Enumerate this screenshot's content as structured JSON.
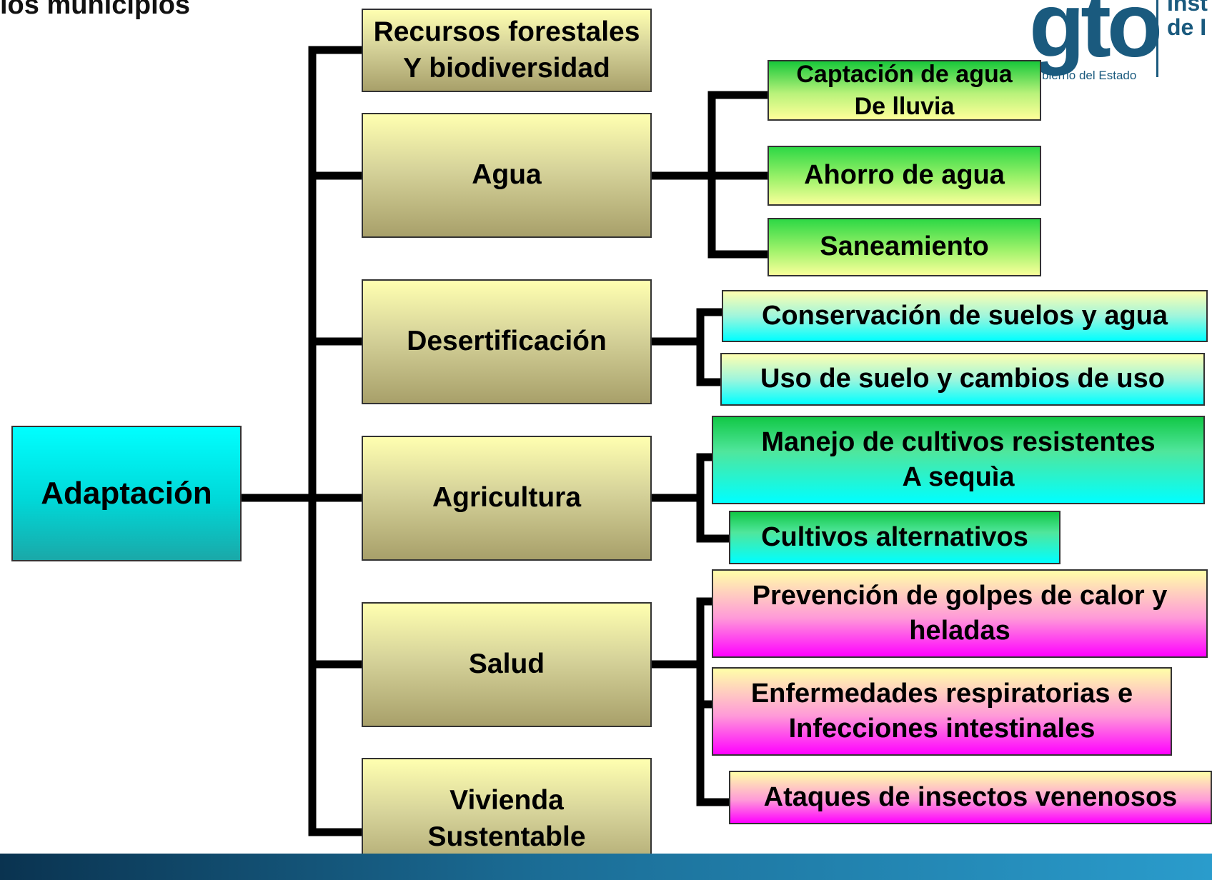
{
  "header": {
    "title_fragment": "los municipios"
  },
  "logo": {
    "brand": "gto",
    "subtitle": "bierno del Estado",
    "institute_line1": "Inst",
    "institute_line2": "de I"
  },
  "diagram": {
    "root": "Adaptación",
    "categories": [
      {
        "label": "Recursos forestales\nY biodiversidad",
        "children": []
      },
      {
        "label": "Agua",
        "children": [
          "Captación de agua\nDe lluvia",
          "Ahorro de agua",
          "Saneamiento"
        ]
      },
      {
        "label": "Desertificación",
        "children": [
          "Conservación de suelos y agua",
          "Uso de suelo y cambios de uso"
        ]
      },
      {
        "label": "Agricultura",
        "children": [
          "Manejo de cultivos resistentes\nA sequìa",
          "Cultivos alternativos"
        ]
      },
      {
        "label": "Salud",
        "children": [
          "Prevención de golpes de calor y\nheladas",
          "Enfermedades respiratorias e\nInfecciones intestinales",
          "Ataques de insectos venenosos"
        ]
      },
      {
        "label": "Vivienda\nSustentable",
        "children": []
      }
    ]
  },
  "colors": {
    "root": "#00e6e6",
    "category": "#d6d39a",
    "water": "#9ef26a",
    "soil": "#00ffff",
    "health": "#ff00ff",
    "connector": "#000000",
    "footer": "#1b6d96"
  }
}
